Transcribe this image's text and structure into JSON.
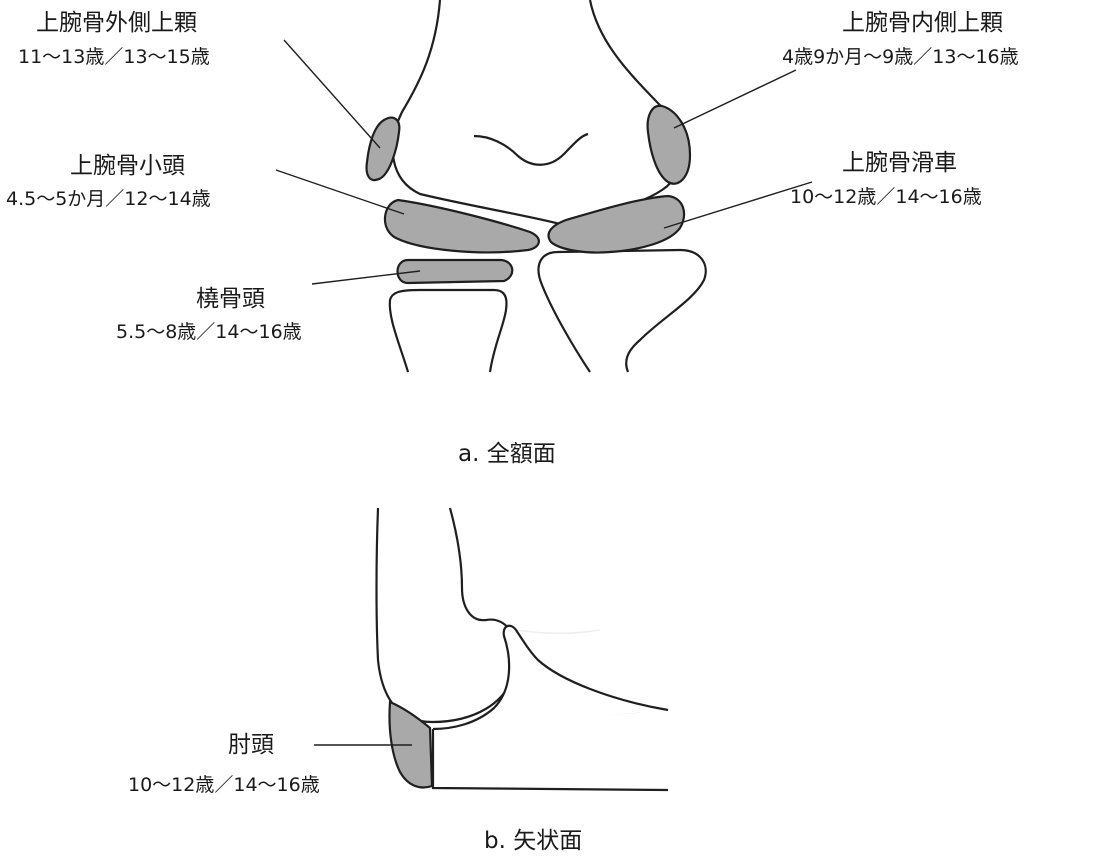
{
  "panel_a": {
    "caption": "a.  全額面",
    "centers": [
      {
        "name": "上腕骨外側上顆",
        "age": "11〜13歳／13〜15歳"
      },
      {
        "name": "上腕骨内側上顆",
        "age": "4歳9か月〜9歳／13〜16歳"
      },
      {
        "name": "上腕骨小頭",
        "age": "4.5〜5か月／12〜14歳"
      },
      {
        "name": "上腕骨滑車",
        "age": "10〜12歳／14〜16歳"
      },
      {
        "name": "橈骨頭",
        "age": "5.5〜8歳／14〜16歳"
      }
    ]
  },
  "panel_b": {
    "caption": "b.  矢状面",
    "centers": [
      {
        "name": "肘頭",
        "age": "10〜12歳／14〜16歳"
      }
    ]
  },
  "colors": {
    "ossification_center": "#a9a9a9",
    "outline": "#1f1f1f"
  }
}
